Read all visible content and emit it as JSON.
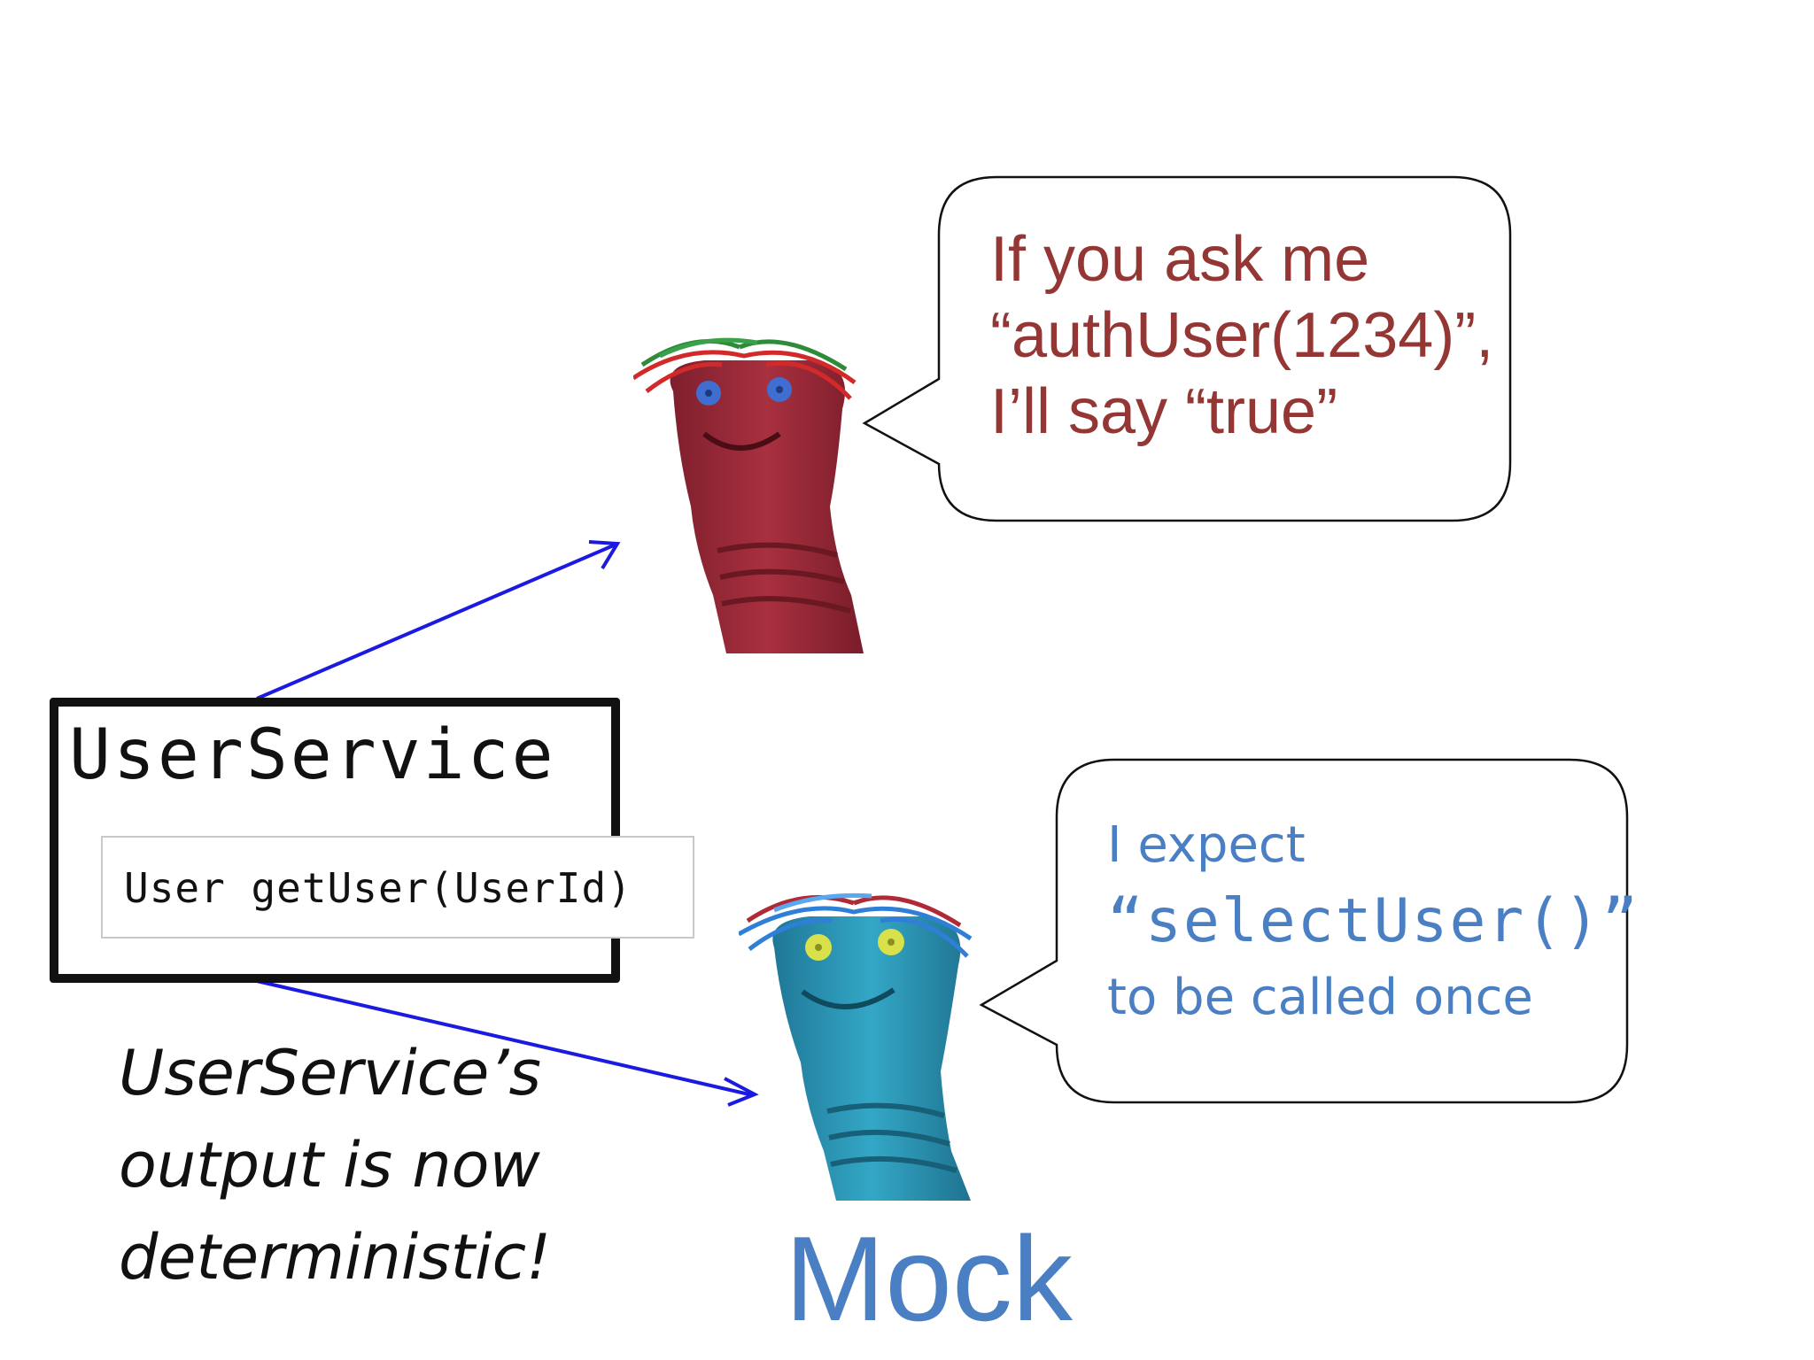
{
  "puppets": {
    "stub": {
      "name": "red-sock-puppet",
      "body_color": "#a52a3a",
      "eye_color": "#3f6ed0"
    },
    "mock": {
      "name": "blue-sock-puppet",
      "body_color": "#2f98b8",
      "eye_color": "#d8e04a"
    }
  },
  "stub_bubble": {
    "lines": [
      "If you ask me",
      "“authUser(1234)”,",
      "I’ll say “true”"
    ],
    "color": "#943634"
  },
  "mock_bubble": {
    "line1": "I expect",
    "code": "“selectUser()”",
    "line3": "to be called once",
    "color": "#4a7fc4"
  },
  "service": {
    "title": "UserService",
    "method": "User getUser(UserId)"
  },
  "caption": {
    "lines": [
      "UserService’s",
      "output is now",
      "deterministic!"
    ]
  },
  "mock_label": "Mock",
  "arrow_color": "#1a1ae0"
}
